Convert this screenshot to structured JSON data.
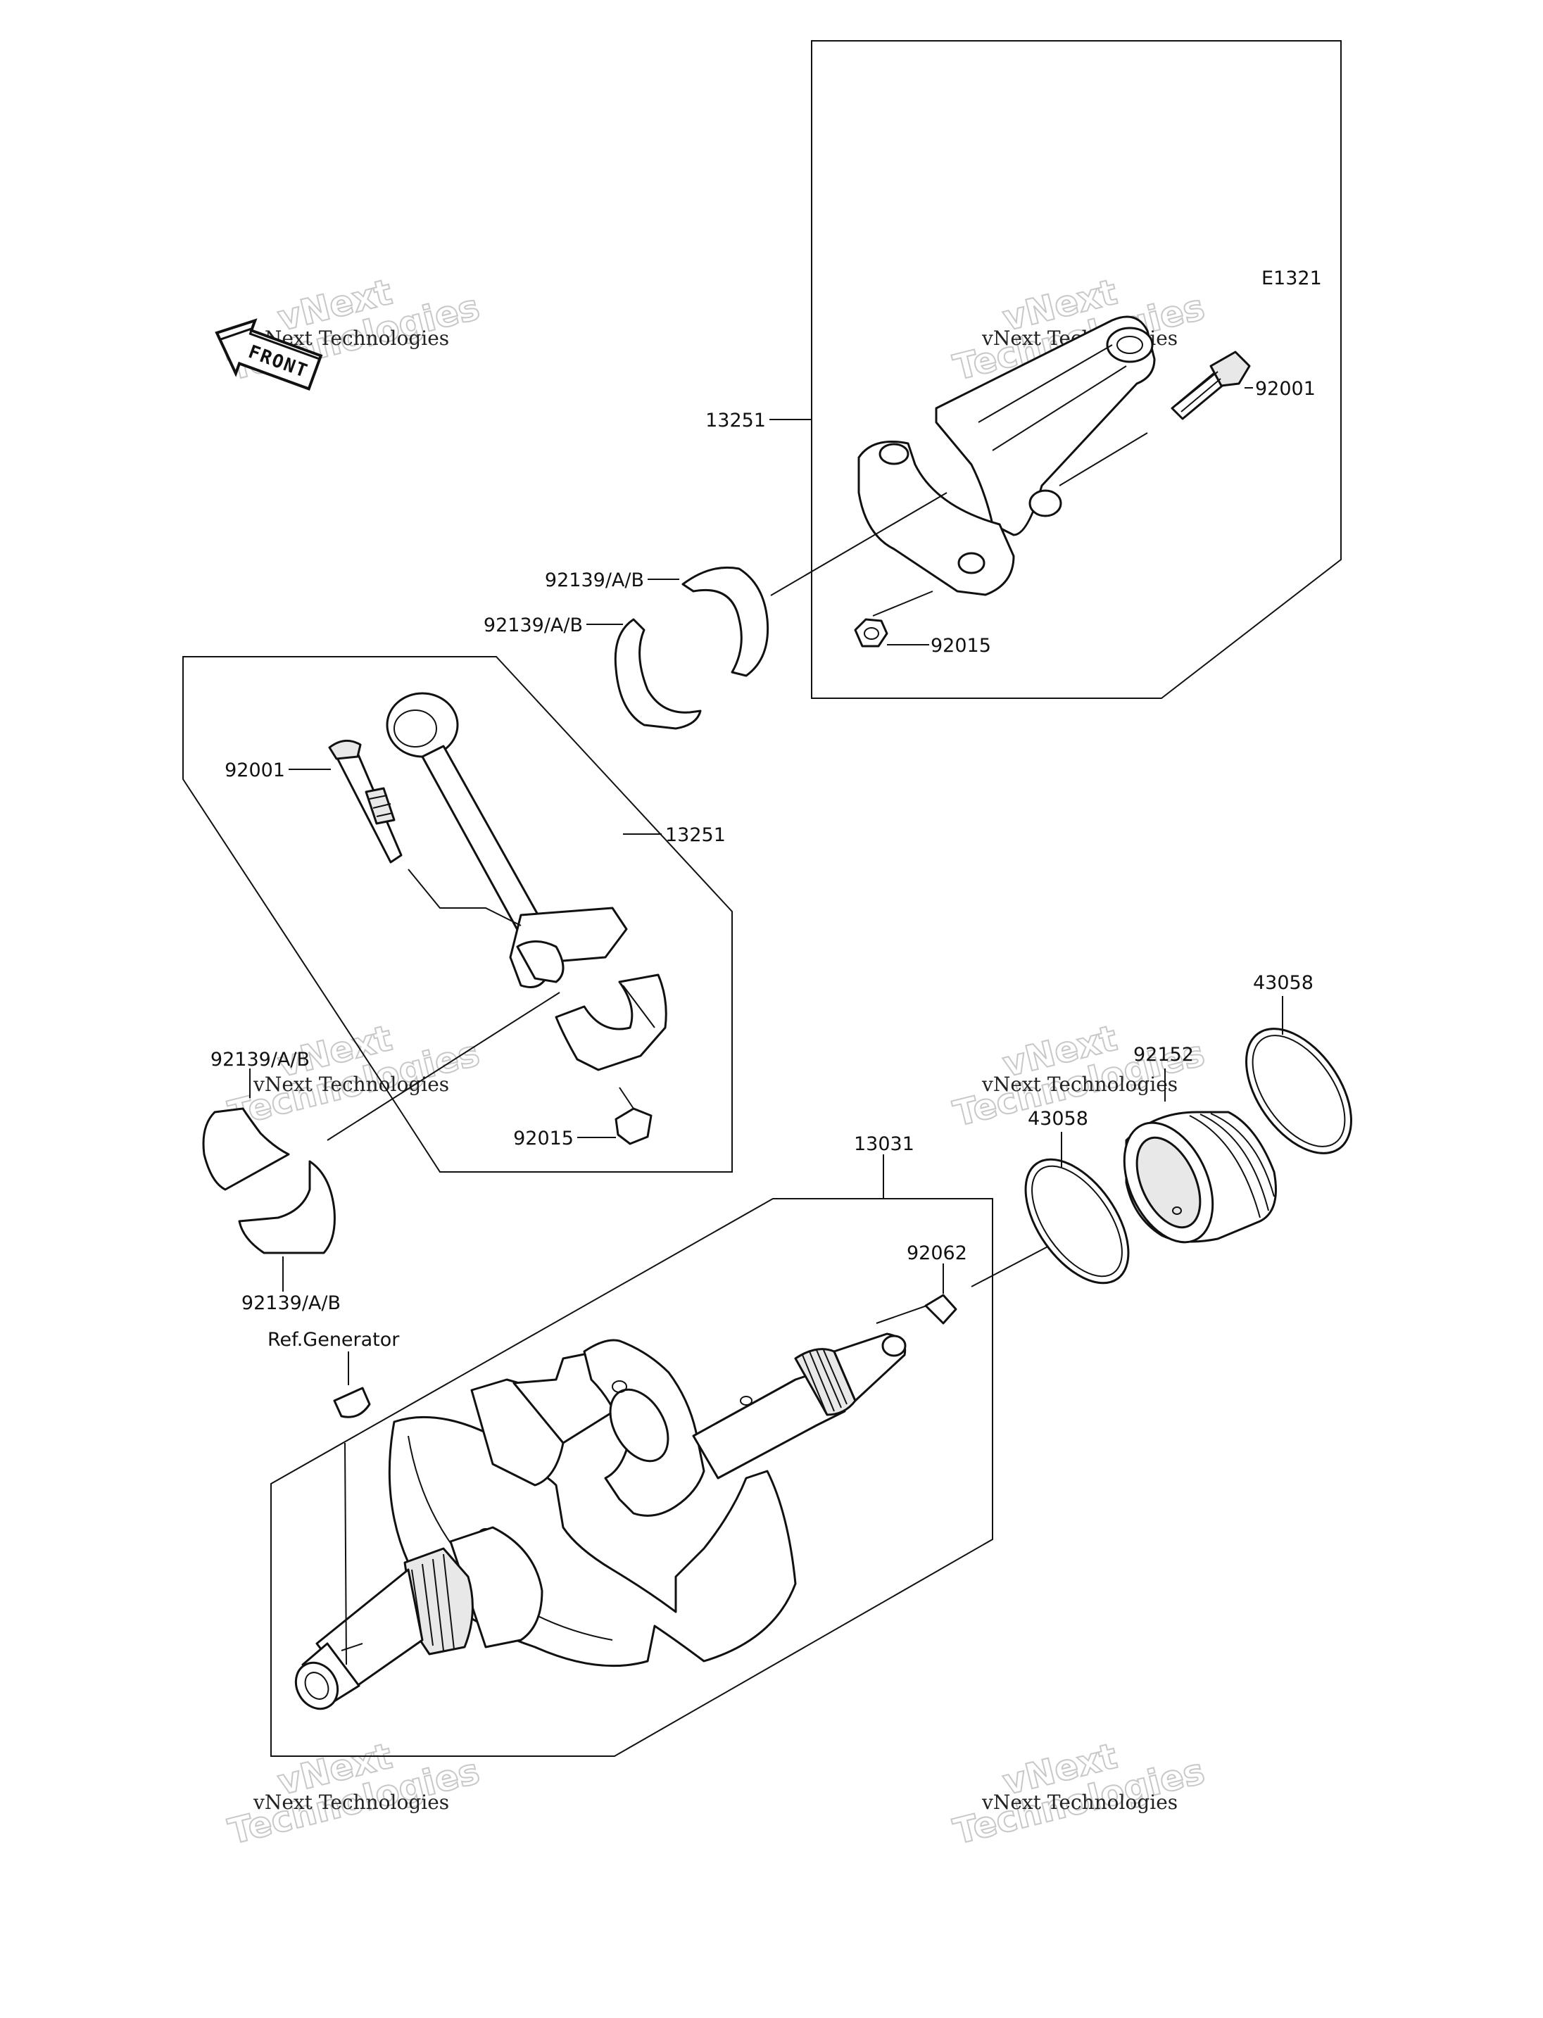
{
  "diagram_id": "E1321",
  "front_badge": "FRONT",
  "watermark": {
    "line1": "vNext Technologies",
    "line2": "vNext",
    "line3": "Technologies"
  },
  "labels": {
    "upper_conrod_assy": "13251",
    "upper_bolt": "92001",
    "upper_nut": "92015",
    "upper_bearing_a": "92139/A/B",
    "upper_bearing_b": "92139/A/B",
    "lower_bolt": "92001",
    "lower_conrod_assy": "13251",
    "lower_bearing_a": "92139/A/B",
    "lower_nut": "92015",
    "lower_bearing_b": "92139/A/B",
    "crankshaft": "13031",
    "plug": "92062",
    "ref_generator": "Ref.Generator",
    "oring_inner": "43058",
    "oring_outer": "43058",
    "bushing": "92152"
  }
}
